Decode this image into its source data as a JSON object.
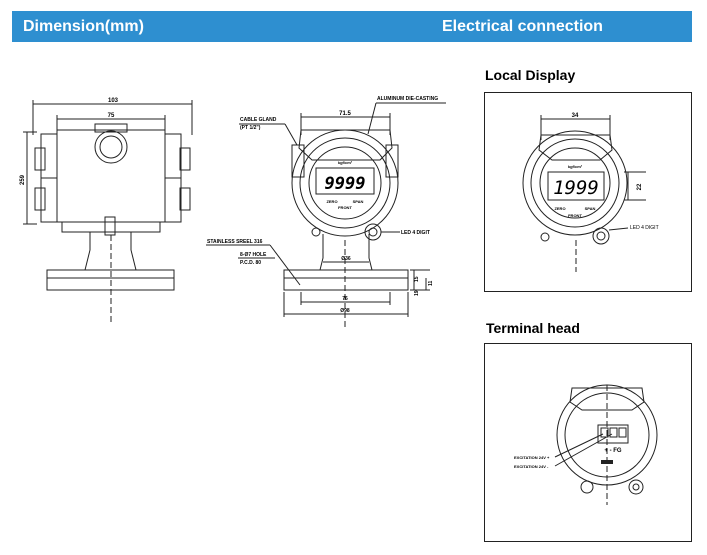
{
  "header": {
    "left_title": "Dimension(mm)",
    "right_title": "Electrical connection"
  },
  "drawing_left": {
    "dim_width": "103",
    "dim_inner": "75",
    "dim_height": "259"
  },
  "drawing_middle": {
    "dim_top": "71.5",
    "label_aluminum": "ALUMINUM DIE-CASTING",
    "label_gland_1": "CABLE GLAND",
    "label_gland_2": "(PT 1/2\")",
    "display_unit": "kgf/cm²",
    "display_value": "9999",
    "btn_zero": "ZERO",
    "btn_span": "SPAN",
    "brand": "FRONT",
    "label_led": "LED 4 DIGIT",
    "label_steel": "STAINLESS SREEL 316",
    "label_hole": "8-Ø7 HOLE",
    "label_pcd": "P.C.D. 80",
    "dim_pipe": "Ø36",
    "dim_flange_inner": "76",
    "dim_flange_outer": "Ø98",
    "dim_flange_t1": "15",
    "dim_flange_t2": "11",
    "dim_flange_t3": "19"
  },
  "local_display": {
    "title": "Local Display",
    "dim_width": "34",
    "dim_height": "22",
    "display_unit": "kgf/cm²",
    "display_value": "1999",
    "btn_zero": "ZERO",
    "btn_span": "SPAN",
    "brand": "FRONT",
    "label_led": "LED 4 DIGIT"
  },
  "terminal_head": {
    "title": "Terminal head",
    "label_plus": "EXCITATION 24V +",
    "label_minus": "EXCITATION 24V -",
    "terminals": "+ - FG"
  }
}
